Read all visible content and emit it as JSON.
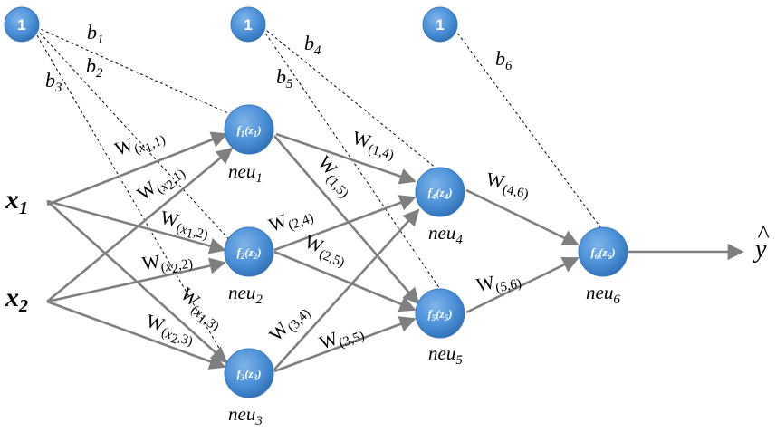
{
  "inputs": [
    {
      "id": "x1",
      "base": "x",
      "sub": "1"
    },
    {
      "id": "x2",
      "base": "x",
      "sub": "2"
    }
  ],
  "bias_nodes": [
    {
      "id": "b-in",
      "label": "1"
    },
    {
      "id": "b-hid",
      "label": "1"
    },
    {
      "id": "b-out",
      "label": "1"
    }
  ],
  "neurons": [
    {
      "id": "n1",
      "f": "f",
      "fsub": "1",
      "z": "z",
      "zsub": "1",
      "name": "neu",
      "nsub": "1"
    },
    {
      "id": "n2",
      "f": "f",
      "fsub": "2",
      "z": "z",
      "zsub": "2",
      "name": "neu",
      "nsub": "2"
    },
    {
      "id": "n3",
      "f": "f",
      "fsub": "3",
      "z": "z",
      "zsub": "3",
      "name": "neu",
      "nsub": "3"
    },
    {
      "id": "n4",
      "f": "f",
      "fsub": "4",
      "z": "z",
      "zsub": "4",
      "name": "neu",
      "nsub": "4"
    },
    {
      "id": "n5",
      "f": "f",
      "fsub": "5",
      "z": "z",
      "zsub": "5",
      "name": "neu",
      "nsub": "5"
    },
    {
      "id": "n6",
      "f": "f",
      "fsub": "6",
      "z": "z",
      "zsub": "6",
      "name": "neu",
      "nsub": "6"
    }
  ],
  "bias_labels": [
    {
      "base": "b",
      "sub": "1"
    },
    {
      "base": "b",
      "sub": "2"
    },
    {
      "base": "b",
      "sub": "3"
    },
    {
      "base": "b",
      "sub": "4"
    },
    {
      "base": "b",
      "sub": "5"
    },
    {
      "base": "b",
      "sub": "6"
    }
  ],
  "weights": [
    {
      "W": "W",
      "open": "(",
      "a": "x",
      "asub": "1",
      "b": "1",
      "close": ")"
    },
    {
      "W": "W",
      "open": "(",
      "a": "x",
      "asub": "2",
      "b": "1",
      "close": ")"
    },
    {
      "W": "W",
      "open": "(",
      "a": "x",
      "asub": "1",
      "b": "2",
      "close": ")"
    },
    {
      "W": "W",
      "open": "(",
      "a": "x",
      "asub": "2",
      "b": "2",
      "close": ")"
    },
    {
      "W": "W",
      "open": "(",
      "a": "x",
      "asub": "1",
      "b": "3",
      "close": ")"
    },
    {
      "W": "W",
      "open": "(",
      "a": "x",
      "asub": "2",
      "b": "3",
      "close": ")"
    },
    {
      "W": "W",
      "pair": "(1,4)"
    },
    {
      "W": "W",
      "pair": "(1,5)"
    },
    {
      "W": "W",
      "pair": "(2,4)"
    },
    {
      "W": "W",
      "pair": "(2,5)"
    },
    {
      "W": "W",
      "pair": "(3,4)"
    },
    {
      "W": "W",
      "pair": "(3,5)"
    },
    {
      "W": "W",
      "pair": "(4,6)"
    },
    {
      "W": "W",
      "pair": "(5,6)"
    }
  ],
  "output": {
    "symbol": "y",
    "hat": "^"
  },
  "colors": {
    "node": "#4a8fd6",
    "node_edge": "#3a78bd",
    "edge": "#7f7f7f",
    "dashed": "#000000"
  }
}
